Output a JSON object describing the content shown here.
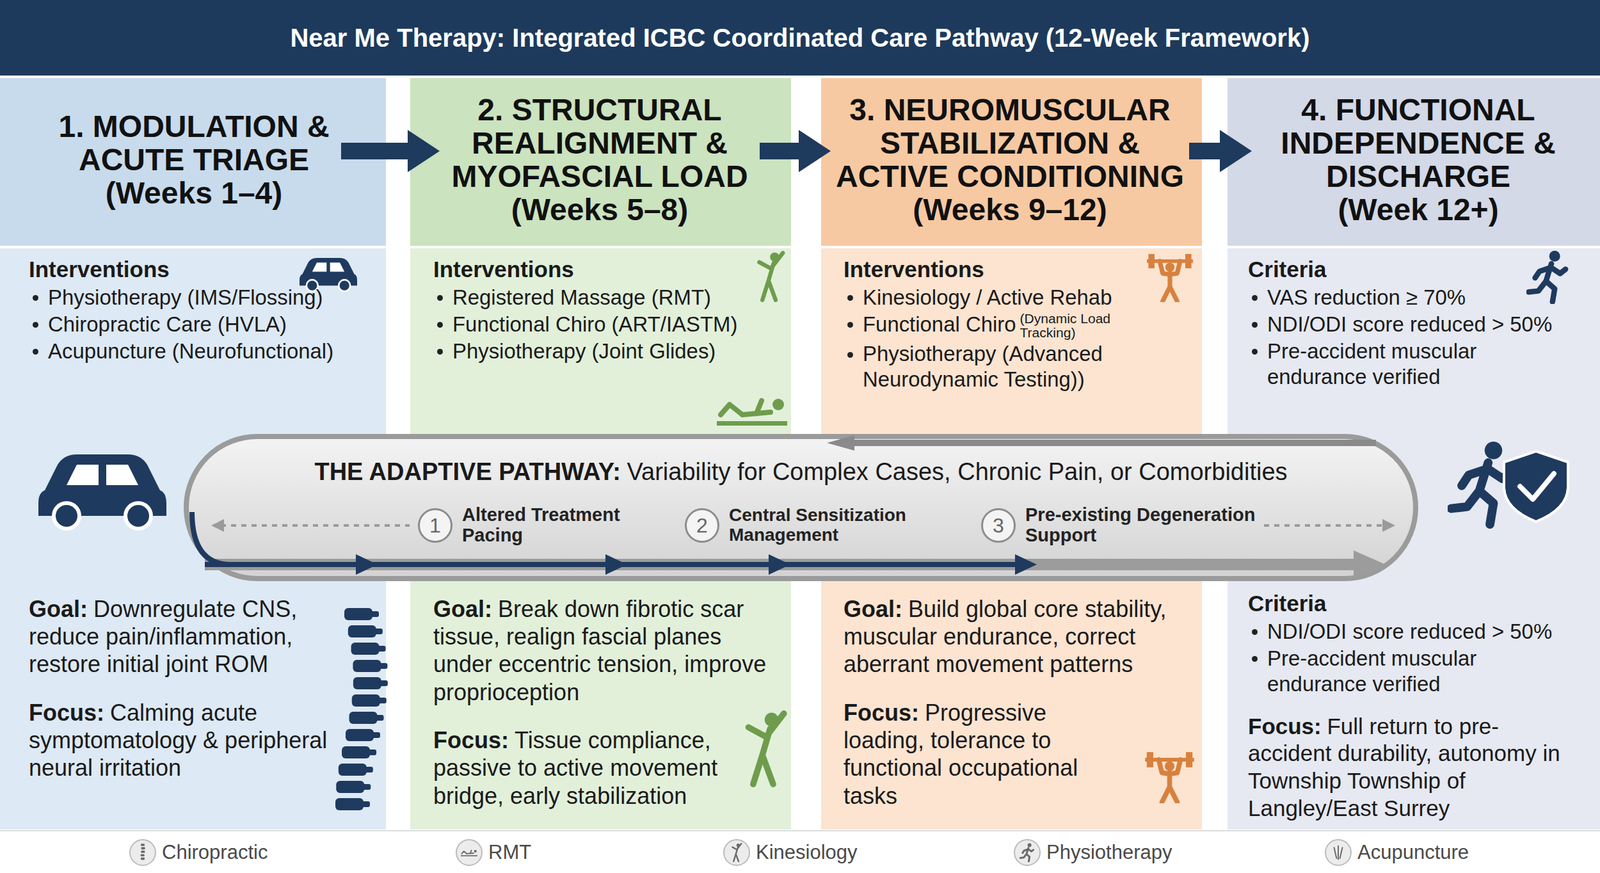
{
  "diagram": {
    "title": "Near Me Therapy: Integrated ICBC Coordinated Care Pathway (12-Week Framework)",
    "nodes": [
      {
        "text": [
          "1. MODULATION & ACUTE TRIAGE",
          "(Weeks 1–4)"
        ]
      },
      {
        "text": [
          "2. STRUCTURAL REALIGNMENT & MYOFASCIAL LOAD",
          "(Weeks 5–8)"
        ]
      },
      {
        "text": [
          "3. NEUROMUSCULAR STABILIZATION & ACTIVE CONDITIONING",
          "(Weeks 9–12)"
        ]
      },
      {
        "text": [
          "4. FUNCTIONAL INDEPENDENCE & DISCHARGE",
          "(Week 12+)"
        ]
      },
      {
        "text": [
          "Interventions",
          "Physiotherapy (IMS/Flossing)",
          "Chiropractic Care (HVLA)",
          "Acupuncture (Neurofunctional)"
        ]
      },
      {
        "text": [
          "Interventions",
          "Registered Massage (RMT)",
          "Functional Chiro (ART/IASTM)",
          "Physiotherapy (Joint Glides)"
        ]
      },
      {
        "text": [
          "Interventions",
          "Kinesiology / Active Rehab",
          "Functional Chiro",
          "(Dynamic Load Tracking)",
          "Physiotherapy (Advanced Neurodynamic Testing))"
        ]
      },
      {
        "text": [
          "Criteria",
          "VAS reduction ≥ 70%",
          "NDI/ODI score reduced > 50%",
          "Pre-accident muscular endurance verified"
        ]
      },
      {
        "text": [
          "THE ADAPTIVE PATHWAY:",
          "Variability for Complex Cases, Chronic Pain, or Comorbidities"
        ]
      },
      {
        "text": [
          "1",
          "Altered Treatment Pacing"
        ],
        "in": 8
      },
      {
        "text": [
          "2",
          "Central Sensitization Management"
        ],
        "in": 8
      },
      {
        "text": [
          "3",
          "Pre-existing Degeneration Support"
        ],
        "in": 8
      },
      {
        "text": [
          "Goal:",
          "Downregulate CNS, reduce pain/inflammation, restore initial joint ROM",
          "Focus:",
          "Calming acute symptomatology & peripheral neural irritation"
        ]
      },
      {
        "text": [
          "Goal:",
          "Break down fibrotic scar tissue, realign fascial planes under eccentric tension, improve proprioception",
          "Focus:",
          "Tissue compliance, passive to active movement bridge, early stabilization"
        ]
      },
      {
        "text": [
          "Goal:",
          "Build global core stability, muscular endurance, correct aberrant movement patterns",
          "Focus:",
          "Progressive loading, tolerance to functional occupational tasks"
        ]
      },
      {
        "text": [
          "Criteria",
          "NDI/ODI score reduced > 50%",
          "Pre-accident muscular endurance verified",
          "Focus:",
          "Full return to pre-accident durability, autonomy in Township Township of Langley/East Surrey"
        ]
      }
    ],
    "edges": [
      {
        "from": 0,
        "to": 1,
        "arrow": "to"
      },
      {
        "from": 1,
        "to": 2,
        "arrow": "to"
      },
      {
        "from": 2,
        "to": 3,
        "arrow": "to"
      }
    ],
    "legend": [
      {
        "text": "Chiropractic"
      },
      {
        "text": "RMT"
      },
      {
        "text": "Kinesiology"
      },
      {
        "text": "Physiotherapy"
      },
      {
        "text": "Acupuncture"
      }
    ]
  }
}
